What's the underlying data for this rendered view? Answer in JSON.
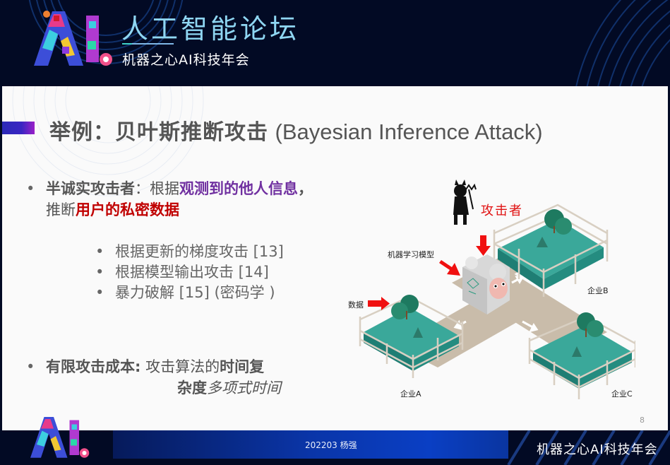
{
  "header": {
    "logo_title": "人工智能论坛",
    "logo_subtitle": "机器之心AI科技年会"
  },
  "slide": {
    "title_cn": "举例：贝叶斯推断攻击",
    "title_en": "(Bayesian Inference Attack)",
    "bullet1": {
      "label": "半诚实攻击者",
      "sep": "：根据",
      "highlight1": "观测到的他人信息",
      "punct": "，",
      "line2_prefix": "推断",
      "highlight2": "用户的私密数据"
    },
    "sub_bullets": [
      "根据更新的梯度攻击 [13]",
      "根据模型输出攻击  [14]",
      "暴力破解  [15] (密码学 )"
    ],
    "bullet2": {
      "label": "有限攻击成本:",
      "text": " 攻击算法的",
      "bold1": "时间复",
      "bold2": "杂度",
      "italic": "多项式时间"
    },
    "page_number": "8",
    "diagram": {
      "attacker_label": "攻击者",
      "model_label": "机器学习模型",
      "data_label": "数据",
      "company_a": "企业A",
      "company_b": "企业B",
      "company_c": "企业C"
    }
  },
  "footer": {
    "center_text": "202203  杨强",
    "right_logo_text": "机器之心AI科技年会"
  },
  "colors": {
    "background_dark": "#020a24",
    "title_gray": "#555555",
    "purple": "#7030a0",
    "red": "#c00000",
    "attacker_red": "#e01010",
    "teal": "#2a9a8e",
    "footer_blue": "#0a3fc4"
  }
}
